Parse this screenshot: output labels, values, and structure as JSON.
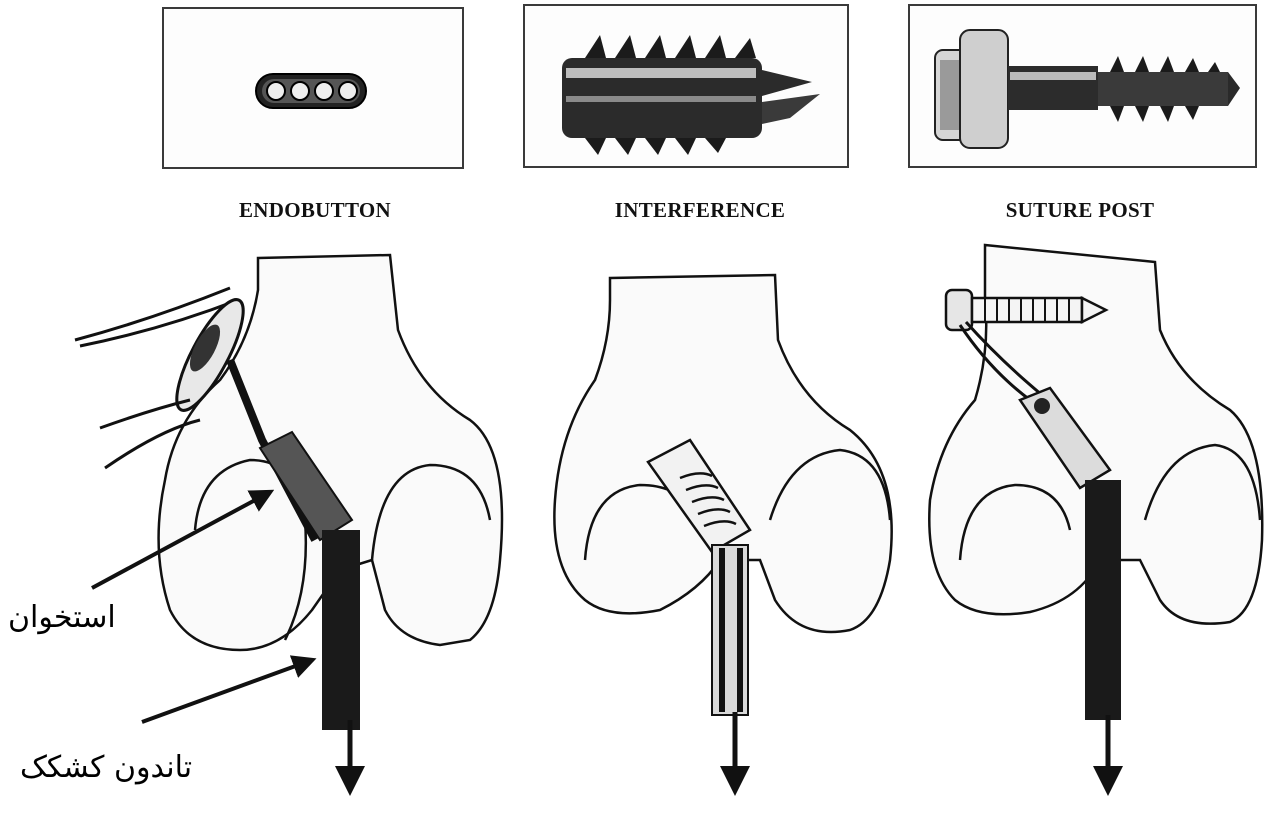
{
  "devices": [
    {
      "caption": "ENDOBUTTON",
      "icon": "endobutton-plate-icon"
    },
    {
      "caption": "INTERFERENCE",
      "icon": "interference-screw-icon"
    },
    {
      "caption": "SUTURE POST",
      "icon": "suture-post-screw-icon"
    }
  ],
  "labels": {
    "bone": "استخوان",
    "tendon": "تاندون کشکک"
  },
  "colors": {
    "line": "#111111",
    "bone_fill": "#fafafa",
    "tendon_fill": "#1a1a1a"
  }
}
